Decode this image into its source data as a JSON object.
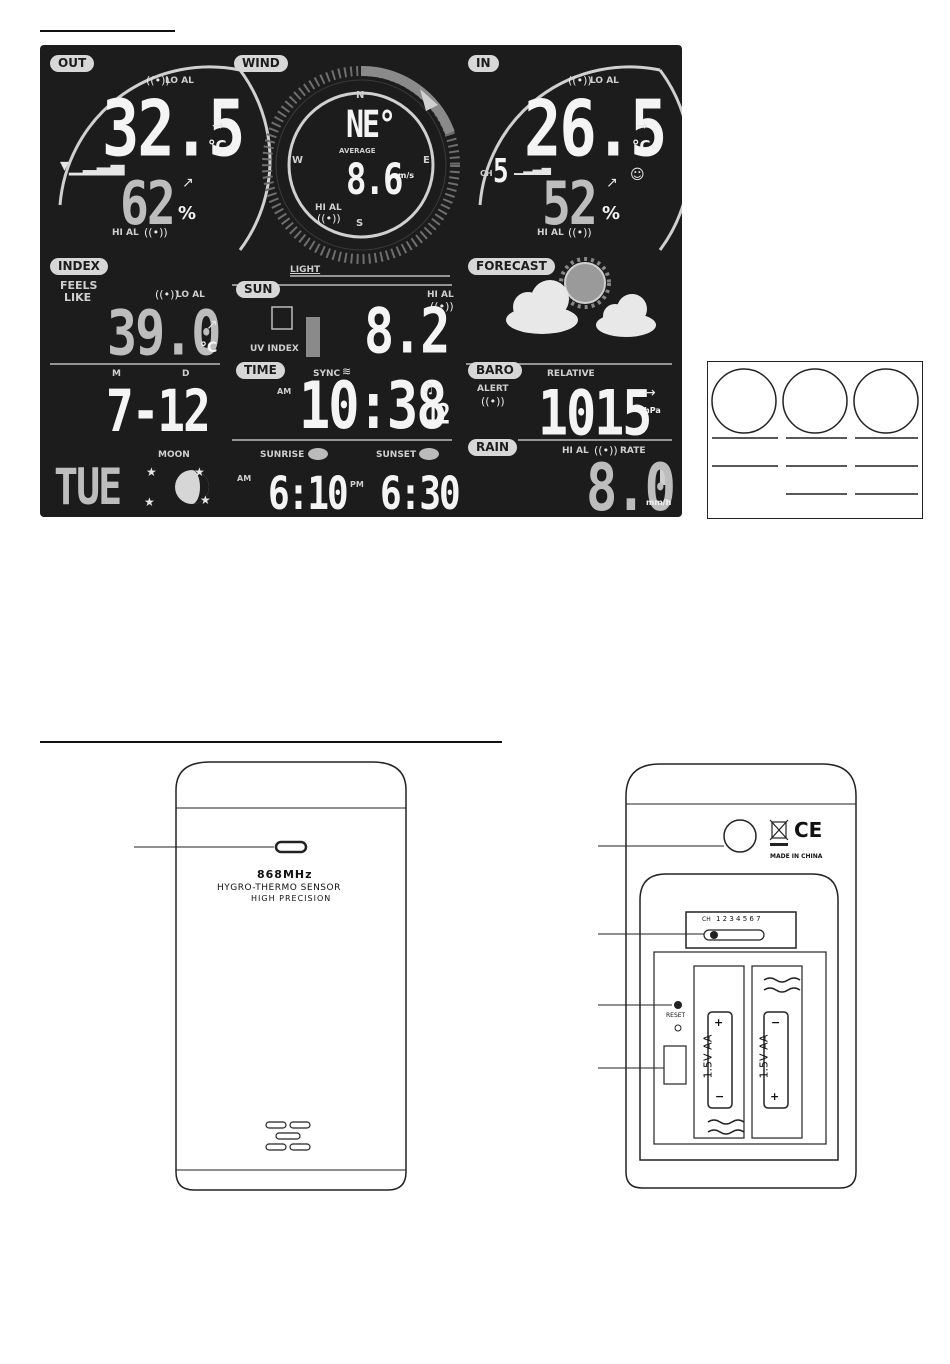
{
  "lcd": {
    "out": {
      "label": "OUT",
      "lo_al": "LO AL",
      "temp": "32.5",
      "temp_unit": "°C",
      "hum": "62",
      "hum_unit": "%",
      "hi_al": "HI AL"
    },
    "wind": {
      "label": "WIND",
      "dir": "NE°",
      "n": "N",
      "s": "S",
      "e": "E",
      "w": "W",
      "average": "AVERAGE",
      "speed": "8.6",
      "unit": "m/s",
      "hi_al": "HI AL"
    },
    "in": {
      "label": "IN",
      "lo_al": "LO AL",
      "temp": "26.5",
      "temp_unit": "°C",
      "hum": "52",
      "hum_unit": "%",
      "ch_label": "CH",
      "ch_value": "5",
      "hi_al": "HI AL"
    },
    "index": {
      "label": "INDEX",
      "feels": "FEELS",
      "like": "LIKE",
      "lo_al": "LO AL",
      "value": "39.0",
      "unit": "°C"
    },
    "light": {
      "label": "LIGHT"
    },
    "sun": {
      "label": "SUN",
      "hi_al": "HI AL",
      "uv_label": "UV INDEX",
      "uv_value": "8.2"
    },
    "forecast": {
      "label": "FORECAST"
    },
    "date": {
      "m": "M",
      "d": "D",
      "value": "7-12",
      "weekday": "TUE",
      "moon": "MOON"
    },
    "time": {
      "label": "TIME",
      "sync": "SYNC",
      "am": "AM",
      "value": "10:38",
      "seconds": "12"
    },
    "sunrise": {
      "label": "SUNRISE",
      "am": "AM",
      "value": "6:10"
    },
    "sunset": {
      "label": "SUNSET",
      "pm": "PM",
      "value": "6:30"
    },
    "baro": {
      "label": "BARO",
      "alert": "ALERT",
      "relative": "RELATIVE",
      "value": "1015",
      "unit": "hPa"
    },
    "rain": {
      "label": "RAIN",
      "hi_al": "HI AL",
      "rate": "RATE",
      "value": "8.0",
      "unit": "mm/h"
    }
  },
  "sensor_front": {
    "freq": "868MHz",
    "line1": "HYGRO-THERMO SENSOR",
    "line2": "HIGH PRECISION"
  },
  "sensor_back": {
    "made_in": "MADE IN CHINA",
    "ce": "CE",
    "ch": "CH",
    "ch_numbers": "1 2 3 4 5 6 7",
    "reset": "RESET",
    "battery1": "1.5V AA",
    "battery2": "1.5V AA",
    "plus": "+",
    "minus": "−"
  }
}
